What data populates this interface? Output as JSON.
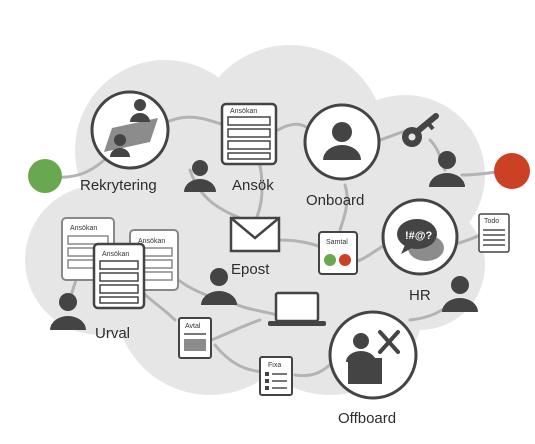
{
  "stages": {
    "rekrytering": "Rekrytering",
    "ansok": "Ansök",
    "onboard": "Onboard",
    "epost": "Epost",
    "hr": "HR",
    "urval": "Urval",
    "offboard": "Offboard"
  },
  "documents": {
    "ansokan": "Ansökan",
    "samtal": "Samtal",
    "avtal": "Avtal",
    "fixa": "Fixa",
    "todo": "Todo"
  },
  "speech": "!#@?",
  "colors": {
    "start": "#6aa84f",
    "end": "#cc4125",
    "cloud": "#e6e6e6",
    "line": "#b3b3b3",
    "ink": "#444444"
  }
}
